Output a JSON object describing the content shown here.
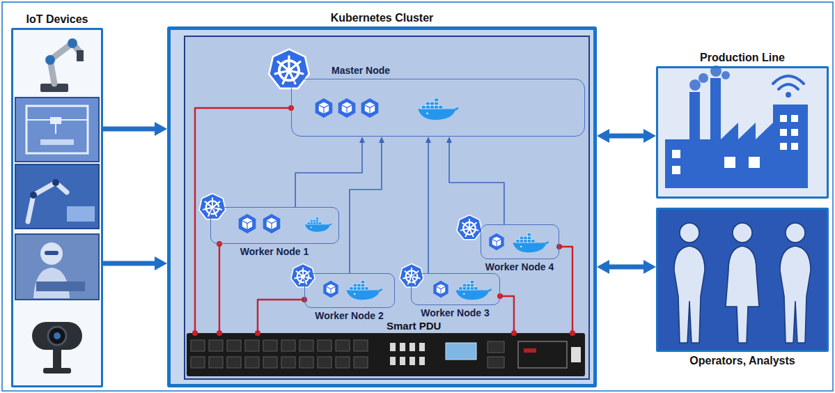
{
  "diagram": {
    "nodes": [
      {
        "text": [
          "IoT Devices"
        ]
      },
      {
        "text": [
          "Kubernetes Cluster"
        ]
      },
      {
        "text": [
          "Master Node"
        ],
        "in": 1
      },
      {
        "text": [
          "Worker Node 1"
        ],
        "in": 1
      },
      {
        "text": [
          "Worker Node 2"
        ],
        "in": 1
      },
      {
        "text": [
          "Worker Node 3"
        ],
        "in": 1
      },
      {
        "text": [
          "Worker Node 4"
        ],
        "in": 1
      },
      {
        "text": [
          "Smart PDU"
        ],
        "in": 1
      },
      {
        "text": [
          "Production Line"
        ]
      },
      {
        "text": [
          "Operators, Analysts"
        ]
      }
    ],
    "edges": [
      {
        "from": 0,
        "to": 1,
        "arrow": "to"
      },
      {
        "from": 0,
        "to": 1,
        "arrow": "to"
      },
      {
        "from": 3,
        "to": 2,
        "arrow": "to"
      },
      {
        "from": 4,
        "to": 2,
        "arrow": "to"
      },
      {
        "from": 5,
        "to": 2,
        "arrow": "to"
      },
      {
        "from": 6,
        "to": 2,
        "arrow": "to"
      },
      {
        "from": 7,
        "to": 2,
        "arrow": "none"
      },
      {
        "from": 7,
        "to": 3,
        "arrow": "none"
      },
      {
        "from": 7,
        "to": 4,
        "arrow": "none"
      },
      {
        "from": 7,
        "to": 5,
        "arrow": "none"
      },
      {
        "from": 7,
        "to": 6,
        "arrow": "none"
      },
      {
        "from": 1,
        "to": 8,
        "arrow": "both"
      },
      {
        "from": 1,
        "to": 9,
        "arrow": "both"
      }
    ]
  }
}
